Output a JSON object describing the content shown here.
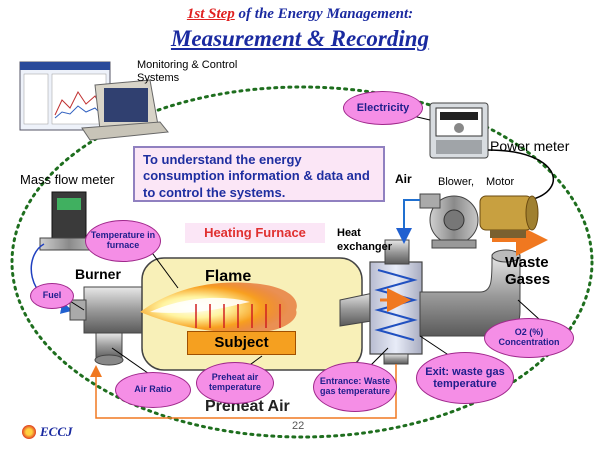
{
  "title": {
    "step_prefix": "1st Step",
    "step_suffix": " of the Energy Management:",
    "main": "Measurement & Recording"
  },
  "labels": {
    "monitoring": "Monitoring & Control Systems",
    "mass_flow_meter": "Mass flow meter",
    "power_meter": "Power meter",
    "air": "Air",
    "blower": "Blower,",
    "motor": "Motor",
    "burner": "Burner",
    "flame": "Flame",
    "subject": "Subject",
    "heating_furnace": "Heating Furnace",
    "heat_exchanger": "Heat exchanger",
    "waste_gases": "Waste Gases",
    "preheat_air": "Preheat Air",
    "page_number": "22",
    "logo": "ECCJ"
  },
  "info_box": "To understand the  energy consumption information & data and  to control the systems.",
  "bubbles": {
    "electricity": "Electricity",
    "temperature_in_furnace": "Temperature in furnace",
    "fuel": "Fuel",
    "air_ratio": "Air Ratio",
    "preheat_air_temperature": "Preheat air temperature",
    "entrance_waste_gas": "Entrance: Waste gas temperature",
    "exit_waste_gas": "Exit: waste gas temperature",
    "o2_concentration": "O2 (%) Concentration"
  },
  "colors": {
    "title_blue": "#1a2aa0",
    "title_red": "#e02020",
    "bubble_pink": "#f58ee6",
    "boundary_green": "#1e6e1e",
    "preheat_line": "#f07820"
  }
}
